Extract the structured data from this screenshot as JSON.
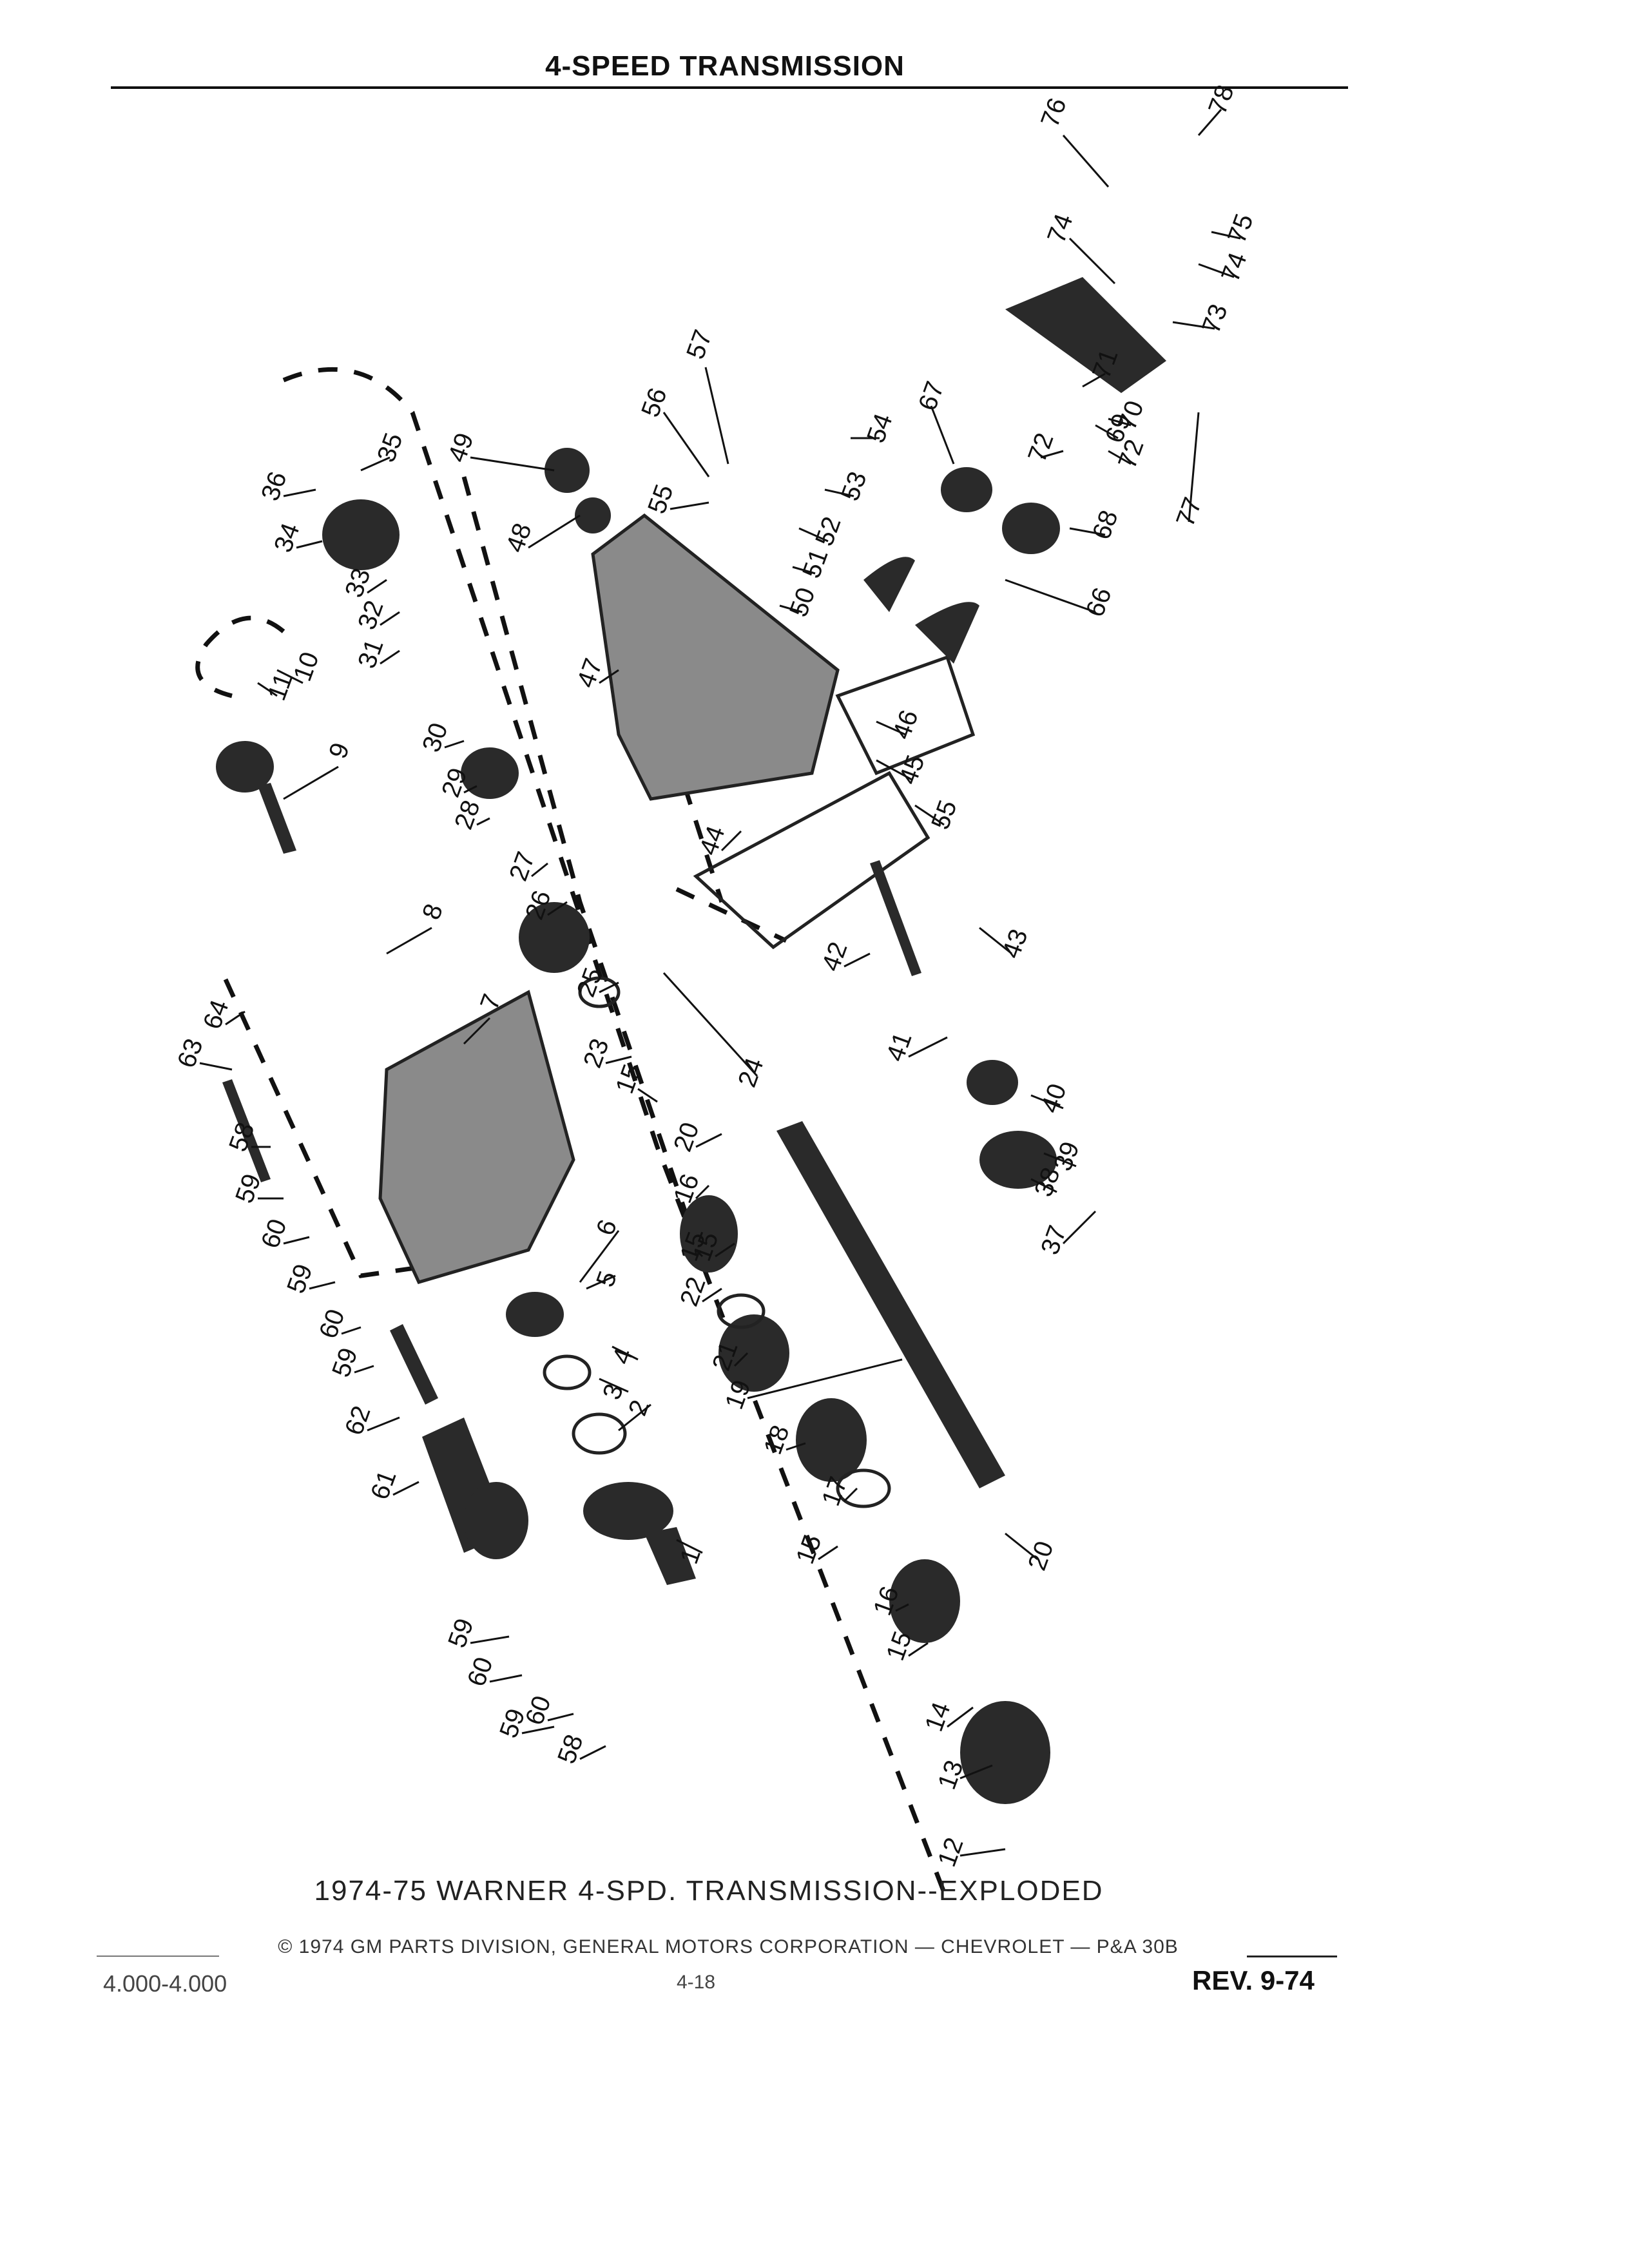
{
  "header": {
    "title": "4-SPEED TRANSMISSION"
  },
  "figure": {
    "caption": "1974-75 WARNER 4-SPD. TRANSMISSION--EXPLODED",
    "callouts": [
      "1",
      "2",
      "3",
      "4",
      "5",
      "6",
      "7",
      "8",
      "9",
      "10",
      "11",
      "12",
      "13",
      "14",
      "15",
      "15",
      "15",
      "15",
      "15",
      "16",
      "16",
      "17",
      "18",
      "19",
      "20",
      "20",
      "21",
      "22",
      "23",
      "24",
      "25",
      "26",
      "27",
      "28",
      "29",
      "30",
      "31",
      "32",
      "33",
      "34",
      "35",
      "36",
      "37",
      "38",
      "39",
      "40",
      "41",
      "42",
      "43",
      "44",
      "45",
      "46",
      "47",
      "48",
      "49",
      "50",
      "51",
      "52",
      "53",
      "54",
      "55",
      "55",
      "56",
      "57",
      "58",
      "58",
      "59",
      "59",
      "59",
      "59",
      "59",
      "60",
      "60",
      "60",
      "60",
      "61",
      "62",
      "63",
      "64",
      "66",
      "67",
      "68",
      "69",
      "70",
      "71",
      "72",
      "72",
      "73",
      "74",
      "74",
      "75",
      "76",
      "77",
      "78"
    ]
  },
  "footer": {
    "copyright": "© 1974 GM PARTS DIVISION, GENERAL MOTORS CORPORATION — CHEVROLET — P&A 30B",
    "section": "4.000-4.000",
    "page": "4-18",
    "revision": "REV. 9-74"
  }
}
